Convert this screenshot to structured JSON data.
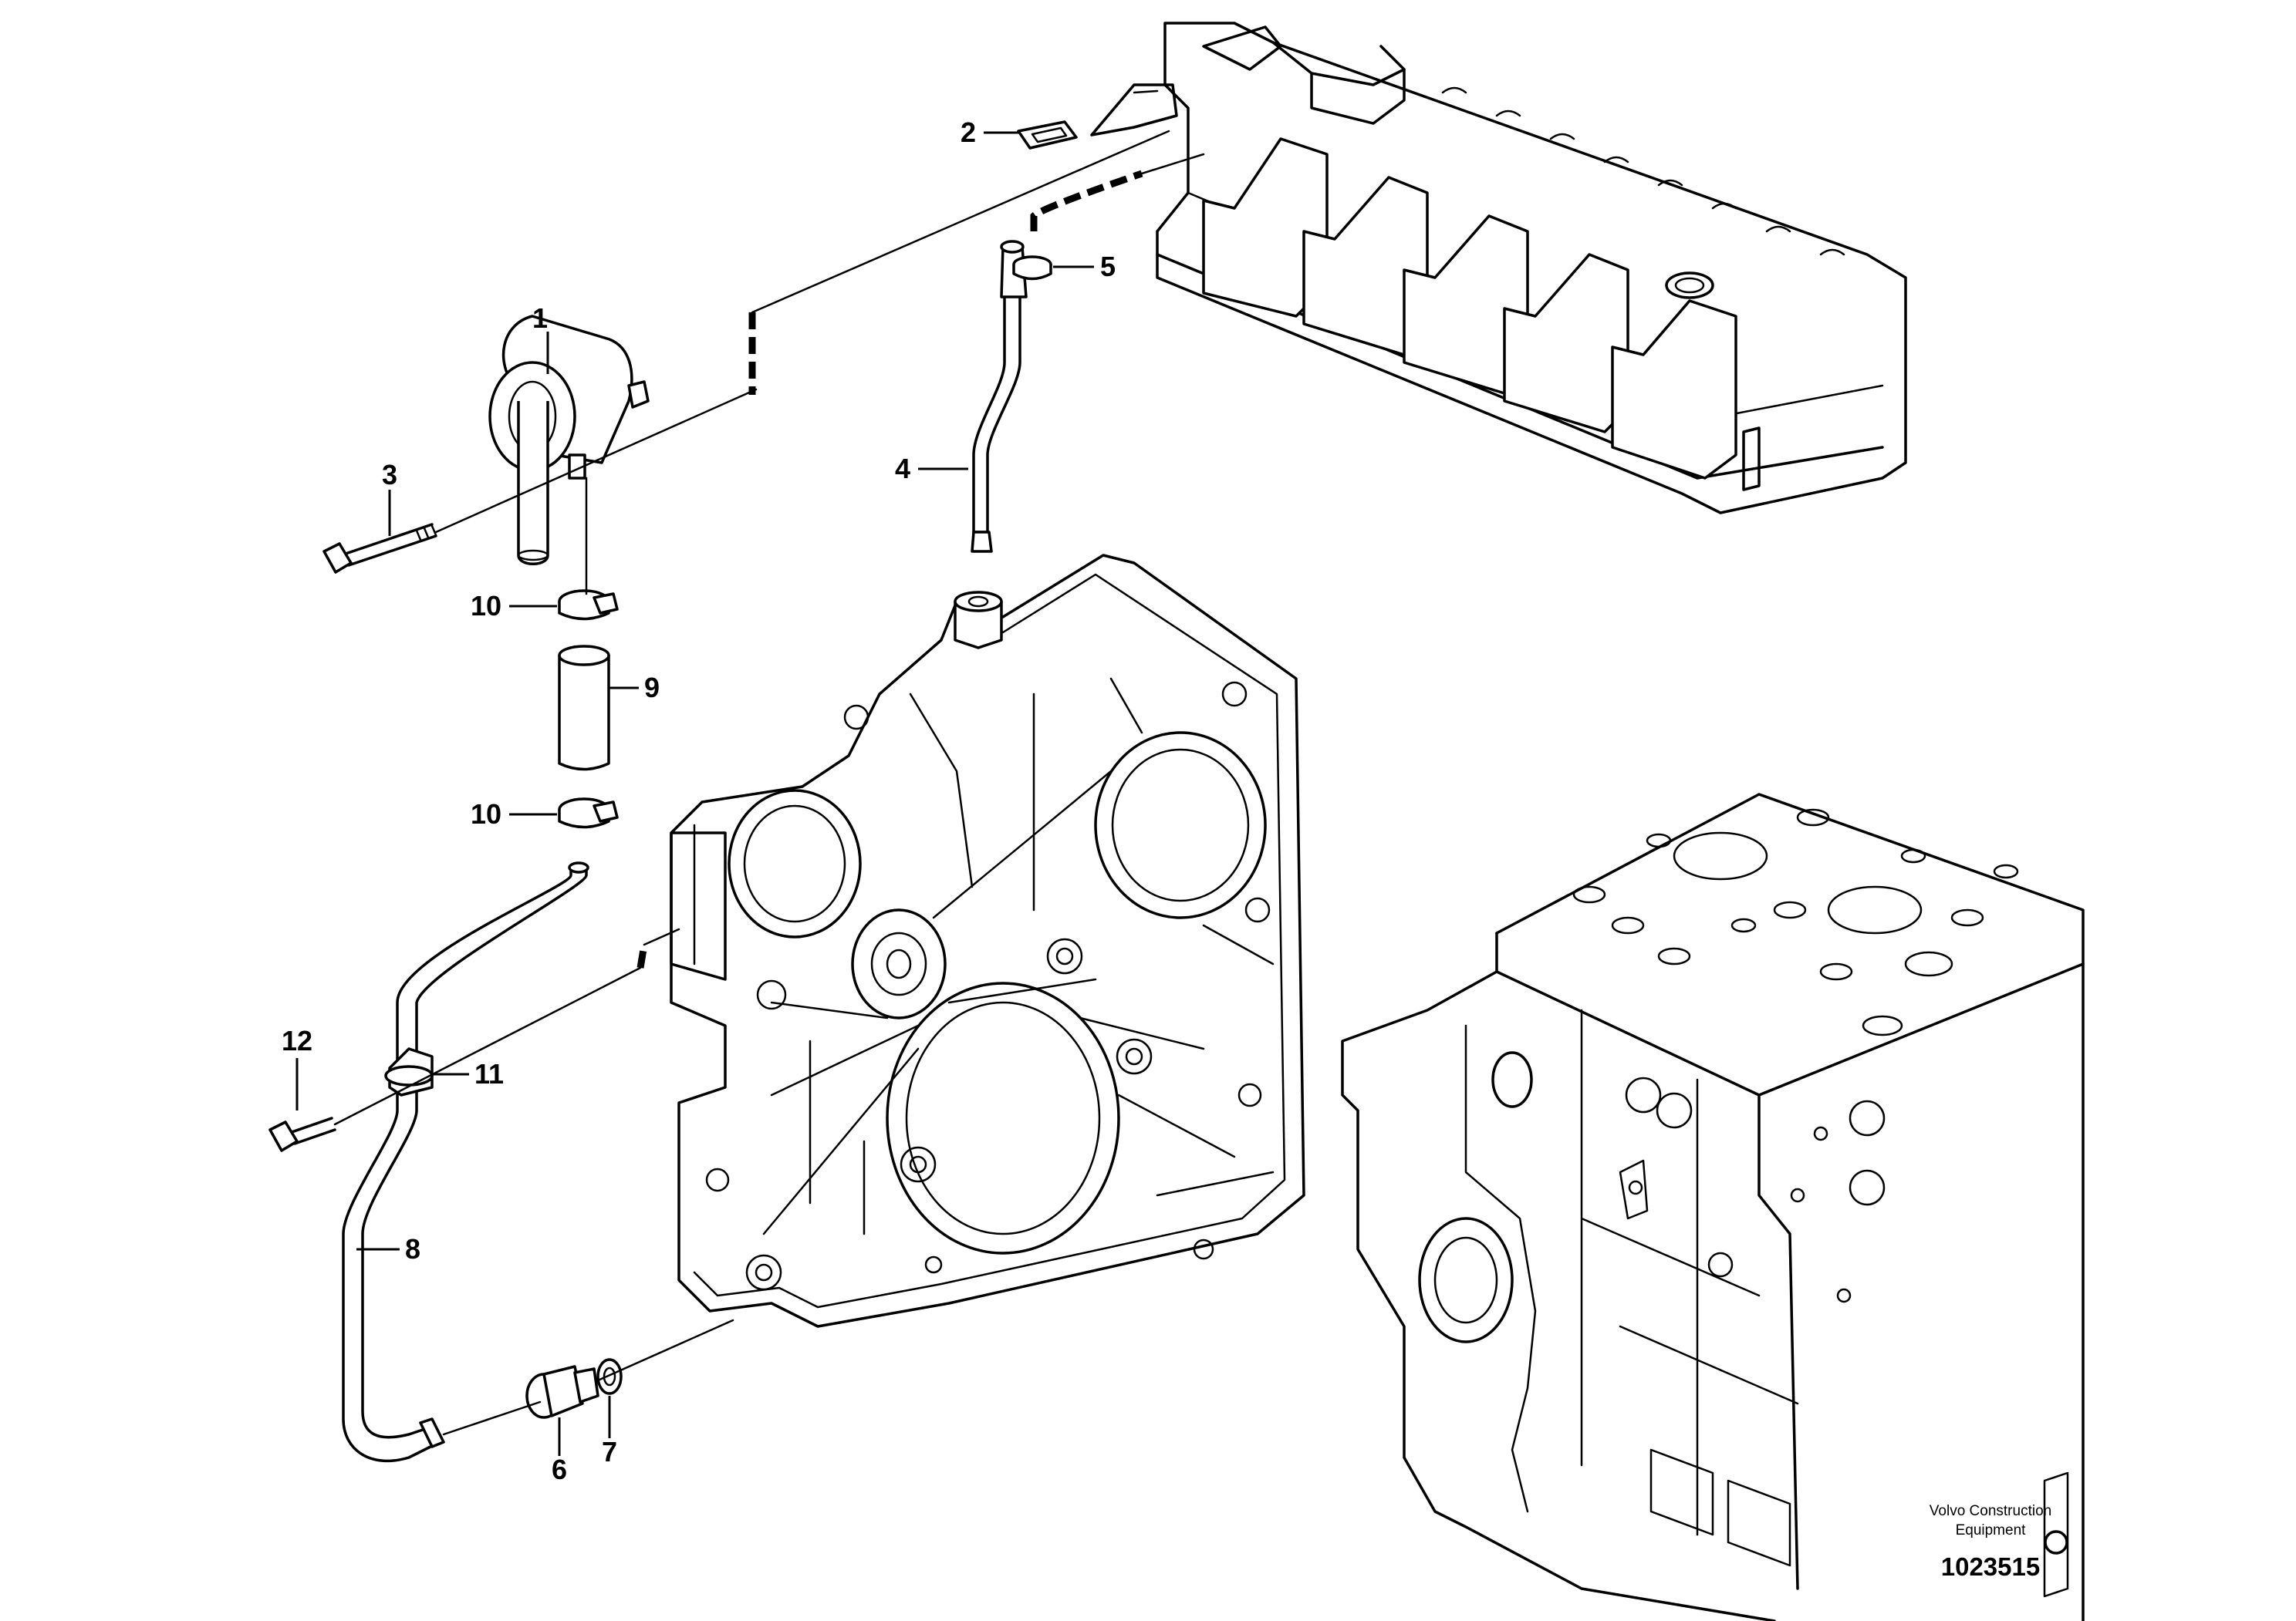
{
  "callouts": [
    {
      "id": "1",
      "label": "1"
    },
    {
      "id": "2",
      "label": "2"
    },
    {
      "id": "3",
      "label": "3"
    },
    {
      "id": "4",
      "label": "4"
    },
    {
      "id": "5",
      "label": "5"
    },
    {
      "id": "6",
      "label": "6"
    },
    {
      "id": "7",
      "label": "7"
    },
    {
      "id": "8",
      "label": "8"
    },
    {
      "id": "9",
      "label": "9"
    },
    {
      "id": "10a",
      "label": "10"
    },
    {
      "id": "10b",
      "label": "10"
    },
    {
      "id": "11",
      "label": "11"
    },
    {
      "id": "12",
      "label": "12"
    }
  ],
  "footer": {
    "brand_line1": "Volvo Construction",
    "brand_line2": "Equipment",
    "reference_number": "1023515"
  }
}
